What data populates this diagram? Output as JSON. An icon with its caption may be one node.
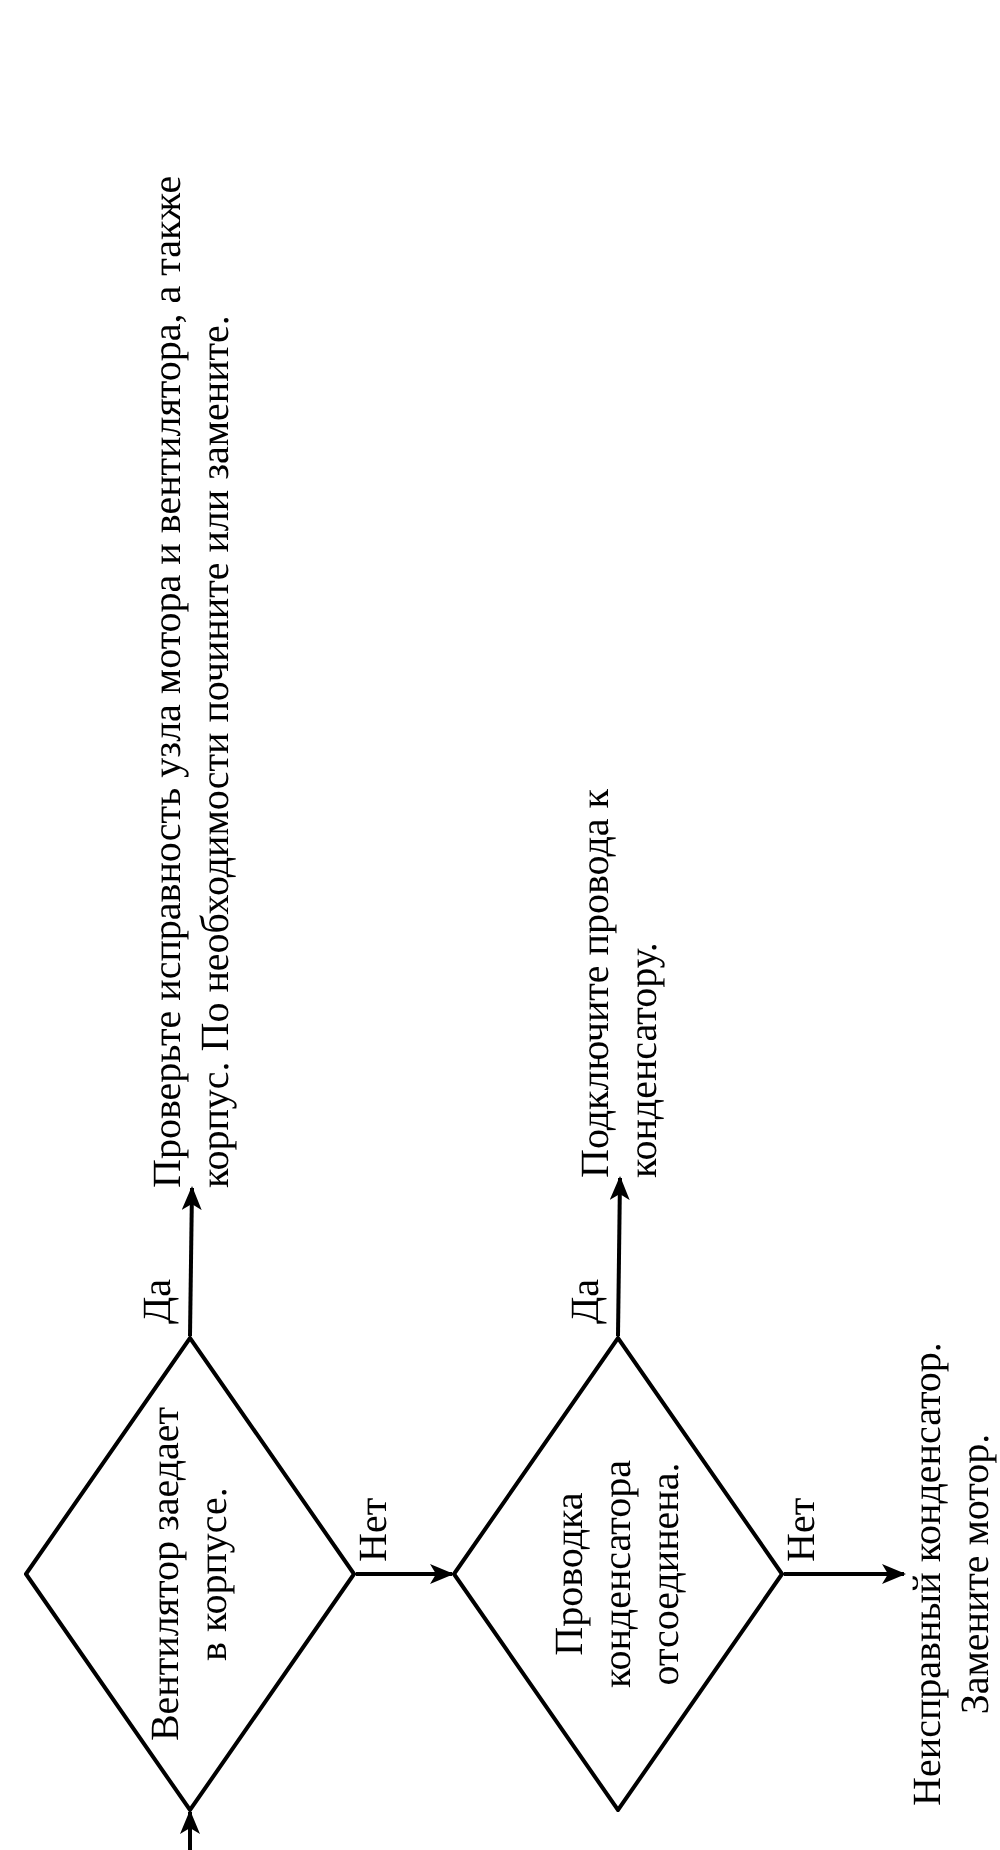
{
  "diagram": {
    "nodes": [
      {
        "text": [
          "Вентилятор заедает в корпусе."
        ]
      },
      {
        "text": [
          "Проверьте исправность узла мотора и вентилятора, а также корпус.  По необходимости почините или замените."
        ]
      },
      {
        "text": [
          "Проводка конденсатора отсоединена."
        ]
      },
      {
        "text": [
          "Подключите провода к конденсатору."
        ]
      },
      {
        "text": [
          "Неисправный конденсатор. Замените мотор."
        ]
      }
    ],
    "edges": [
      {
        "from": null,
        "to": 0,
        "arrow": "to"
      },
      {
        "from": 0,
        "to": 1,
        "arrow": "to",
        "label": "Да"
      },
      {
        "from": 0,
        "to": 2,
        "arrow": "to",
        "label": "Нет"
      },
      {
        "from": 2,
        "to": 3,
        "arrow": "to",
        "label": "Да"
      },
      {
        "from": 2,
        "to": 4,
        "arrow": "to",
        "label": "Нет"
      }
    ]
  }
}
